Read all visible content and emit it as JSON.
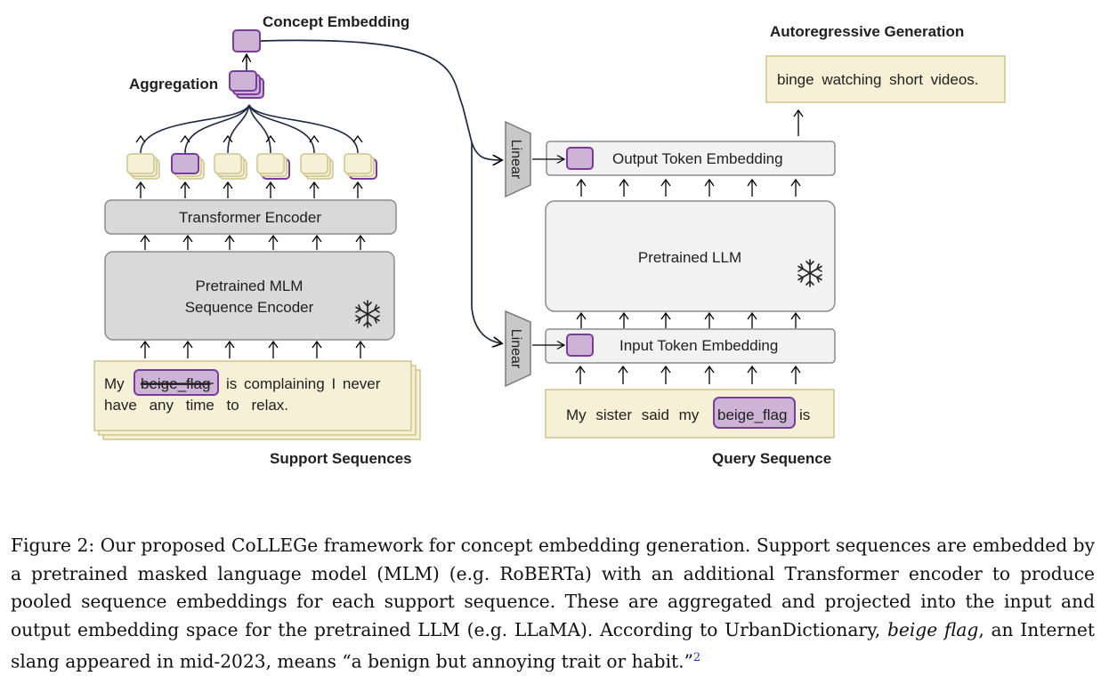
{
  "labels": {
    "concept_embedding": "Concept Embedding",
    "aggregation": "Aggregation",
    "autoregressive_generation": "Autoregressive Generation",
    "support_sequences": "Support Sequences",
    "query_sequence": "Query Sequence"
  },
  "left_column": {
    "transformer_encoder": "Transformer Encoder",
    "mlm_line1": "Pretrained MLM",
    "mlm_line2": "Sequence Encoder",
    "support_text": {
      "w1": "My",
      "concept": "beige_flag",
      "rest1": "is complaining I never",
      "line2": "have any time to relax."
    }
  },
  "right_column": {
    "linear_top": "Linear",
    "linear_bottom": "Linear",
    "output_token_embedding": "Output Token Embedding",
    "pretrained_llm": "Pretrained LLM",
    "input_token_embedding": "Input Token Embedding",
    "generation_text": "binge watching short videos.",
    "query_text": {
      "prefix": "My sister said my",
      "concept": "beige_flag",
      "suffix": "is"
    }
  },
  "caption": {
    "text1": "Figure 2: Our proposed CoLLEGe framework for concept embedding generation. Support sequences are embedded by a pretrained masked language model (MLM) (e.g. RoBERTa) with an additional Transformer encoder to produce pooled sequence embeddings for each support sequence. These are aggregated and projected into the input and output embedding space for the pretrained LLM (e.g. LLaMA). According to UrbanDictionary,",
    "italic": "beige flag",
    "text2": ", an Internet slang appeared in mid-2023, means “a benign but annoying trait or habit.”",
    "footnote": "2"
  },
  "colors": {
    "concept_fill": "#cdb3d6",
    "concept_stroke": "#7a3b9a",
    "cream_fill": "#f6f1d6",
    "cream_stroke": "#cdc48f",
    "gray_box": "#d9d9d9",
    "light_box": "#f2f2f2",
    "curve": "#1c2a45"
  },
  "icons": [
    "snowflake-icon",
    "snowflake-icon"
  ]
}
